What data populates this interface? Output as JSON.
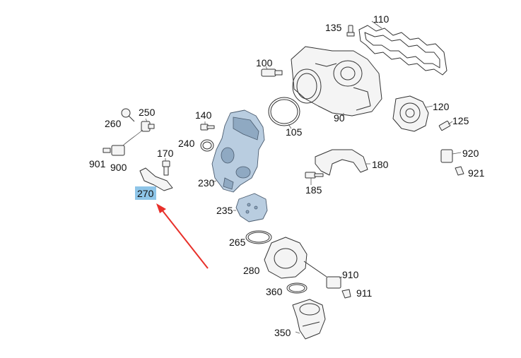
{
  "labels": {
    "p110": "110",
    "p135": "135",
    "p100": "100",
    "p90": "90",
    "p105": "105",
    "p120": "120",
    "p125": "125",
    "p920": "920",
    "p921": "921",
    "p180": "180",
    "p185": "185",
    "p140": "140",
    "p240": "240",
    "p230": "230",
    "p235": "235",
    "p250": "250",
    "p260": "260",
    "p901": "901",
    "p900": "900",
    "p170": "170",
    "p270": "270",
    "p265": "265",
    "p280": "280",
    "p910": "910",
    "p911": "911",
    "p360": "360",
    "p350": "350"
  },
  "colors": {
    "highlight": "#8ec5e8",
    "arrow": "#e8302a",
    "part_fill": "#b9cde0"
  },
  "highlighted_part": "270"
}
